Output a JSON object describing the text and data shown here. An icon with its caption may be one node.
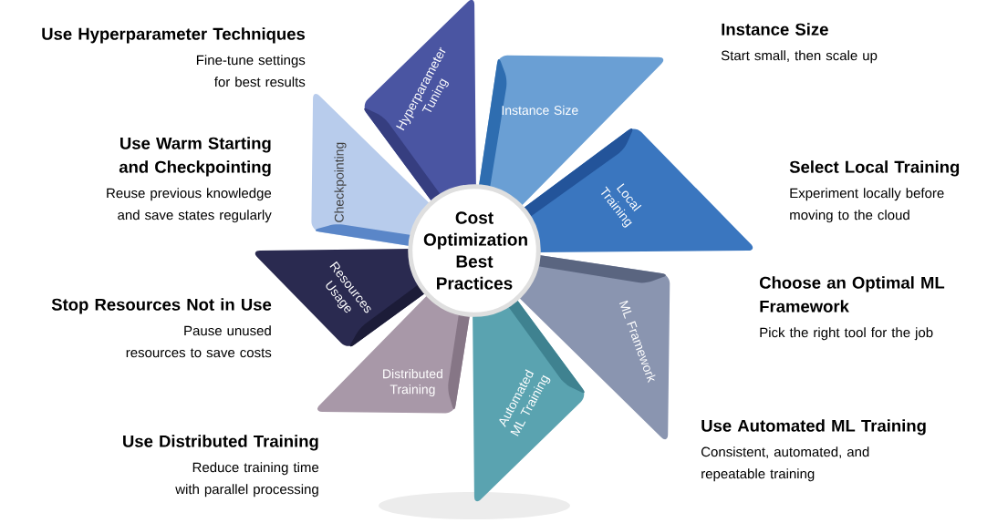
{
  "diagram": {
    "nodes": [
      {
        "text": [
          "Cost Optimization Best Practices"
        ]
      },
      {
        "text": [
          "Hyperparameter Tuning"
        ],
        "beside": [
          "Use Hyperparameter Techniques",
          "Fine-tune settings for best results"
        ]
      },
      {
        "text": [
          "Instance Size"
        ],
        "beside": [
          "Instance Size",
          "Start small, then scale up"
        ]
      },
      {
        "text": [
          "Local Training"
        ],
        "beside": [
          "Select Local Training",
          "Experiment locally before moving to the cloud"
        ]
      },
      {
        "text": [
          "ML Framework"
        ],
        "beside": [
          "Choose an Optimal ML Framework",
          "Pick the right tool for the job"
        ]
      },
      {
        "text": [
          "Automated ML Training"
        ],
        "beside": [
          "Use Automated ML Training",
          "Consistent, automated, and repeatable training"
        ]
      },
      {
        "text": [
          "Distributed Training"
        ],
        "beside": [
          "Use Distributed Training",
          "Reduce training time with parallel processing"
        ]
      },
      {
        "text": [
          "Resources Usage"
        ],
        "beside": [
          "Stop Resources Not in Use",
          "Pause unused resources to save costs"
        ]
      },
      {
        "text": [
          "Checkpointing"
        ],
        "beside": [
          "Use Warm Starting and Checkpointing",
          "Reuse previous knowledge and save states regularly"
        ]
      }
    ]
  }
}
